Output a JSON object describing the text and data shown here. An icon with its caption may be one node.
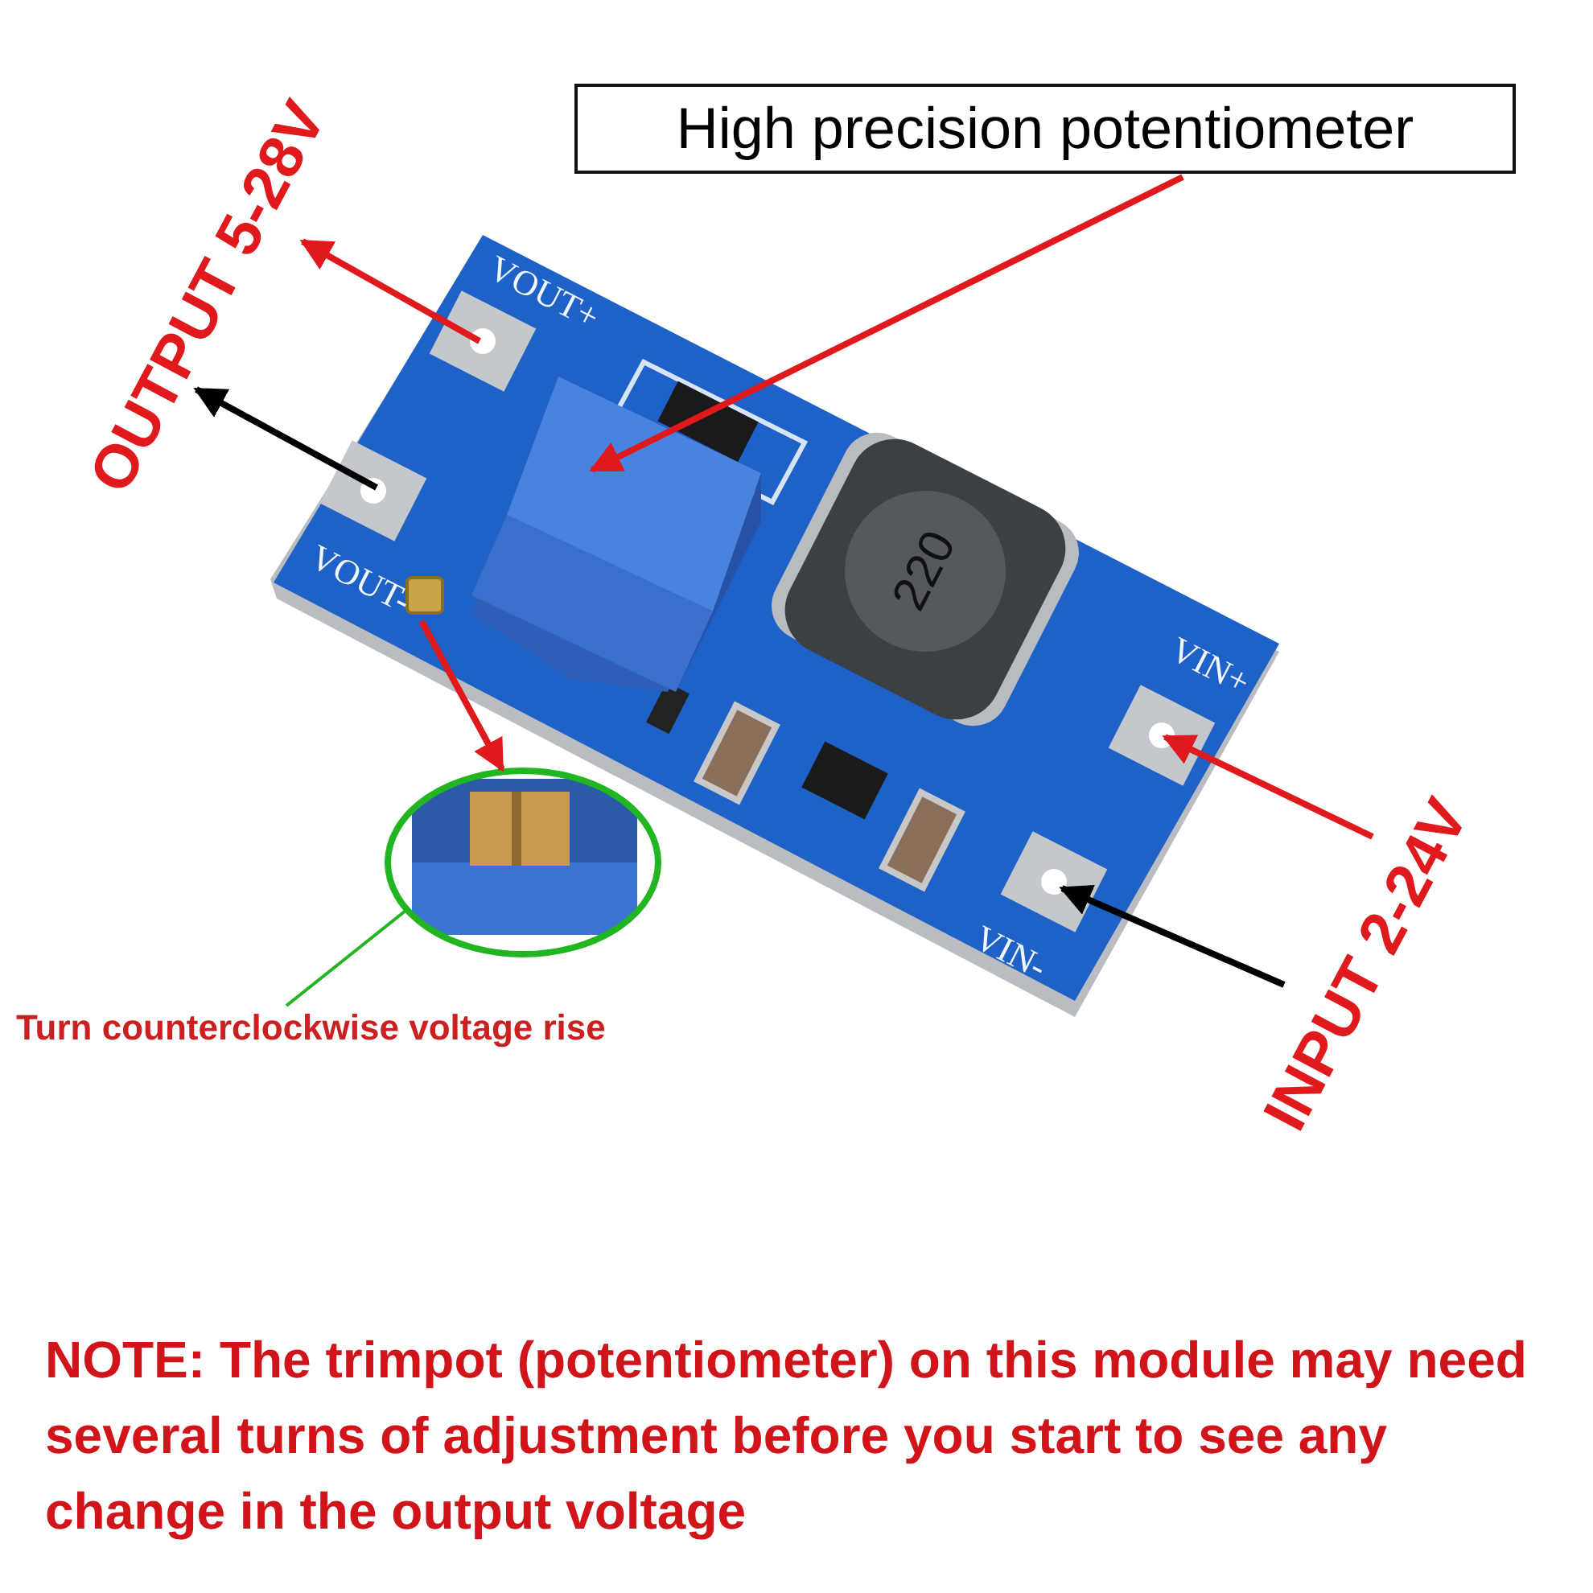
{
  "diagram": {
    "nodes": [
      {
        "text": [
          "High precision potentiometer"
        ]
      },
      {
        "text": [],
        "shape": "picture"
      },
      {
        "text": [
          "OUTPUT 5-28V"
        ]
      },
      {
        "text": [],
        "shape": "box",
        "beside": [
          "VOUT+"
        ]
      },
      {
        "text": [],
        "shape": "box",
        "beside": [
          "VOUT-"
        ]
      },
      {
        "text": [
          "INPUT 2-24V"
        ]
      },
      {
        "text": [],
        "shape": "box",
        "beside": [
          "VIN+"
        ]
      },
      {
        "text": [],
        "shape": "box",
        "beside": [
          "VIN-"
        ]
      },
      {
        "text": [],
        "shape": "box"
      },
      {
        "text": [],
        "shape": "picture"
      },
      {
        "text": [
          "Turn counterclockwise voltage rise"
        ]
      }
    ],
    "edges": [
      {
        "from": 0,
        "to": 1,
        "arrow": "to"
      },
      {
        "from": 3,
        "to": 2,
        "arrow": "to"
      },
      {
        "from": 4,
        "to": 2,
        "arrow": "to",
        "color": "#000000"
      },
      {
        "from": 5,
        "to": 6,
        "arrow": "to"
      },
      {
        "from": 5,
        "to": 7,
        "arrow": "to",
        "color": "#000000"
      },
      {
        "from": 8,
        "to": 9,
        "arrow": "to"
      },
      {
        "from": 10,
        "to": 9,
        "arrow": "none",
        "color": "#22b522"
      }
    ],
    "labels": [
      "220",
      "NOTE: The trimpot (potentiometer) on this module may need several turns of adjustment before you start to see any change in the output voltage"
    ]
  }
}
